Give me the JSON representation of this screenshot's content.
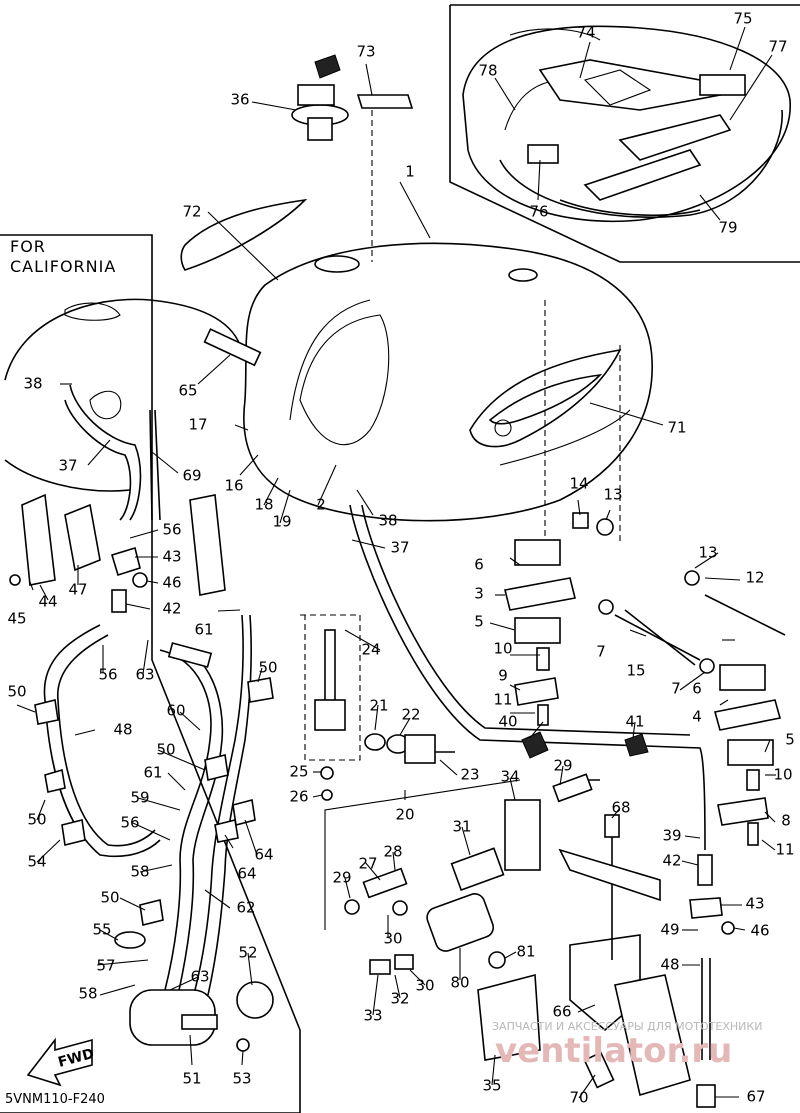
{
  "diagram_code": "5VNM110-F240",
  "inset_california_title": "FOR CALIFORNIA",
  "forward_arrow_label": "FWD",
  "watermark_text": "ЗАПЧАСТИ И АКСЕССУАРЫ ДЛЯ МОТОТЕХНИКИ",
  "watermark_site": "ventilator.ru",
  "colors": {
    "line": "#000000",
    "background": "#ffffff",
    "watermark": "#e5b8b8"
  },
  "callouts": {
    "c1": "1",
    "c2": "2",
    "c3": "3",
    "c4": "4",
    "c5a": "5",
    "c5b": "5",
    "c6a": "6",
    "c6b": "6",
    "c7a": "7",
    "c7b": "7",
    "c8": "8",
    "c9": "9",
    "c10a": "10",
    "c10b": "10",
    "c11a": "11",
    "c11b": "11",
    "c12": "12",
    "c13a": "13",
    "c13b": "13",
    "c14": "14",
    "c15": "15",
    "c16": "16",
    "c17": "17",
    "c18": "18",
    "c19": "19",
    "c20": "20",
    "c21": "21",
    "c22": "22",
    "c23": "23",
    "c24": "24",
    "c25": "25",
    "c26": "26",
    "c27": "27",
    "c28": "28",
    "c29a": "29",
    "c29b": "29",
    "c30a": "30",
    "c30b": "30",
    "c31": "31",
    "c32": "32",
    "c33": "33",
    "c34": "34",
    "c35": "35",
    "c36": "36",
    "c37a": "37",
    "c37b": "37",
    "c38a": "38",
    "c38b": "38",
    "c39": "39",
    "c40": "40",
    "c41": "41",
    "c42a": "42",
    "c42b": "42",
    "c43a": "43",
    "c43b": "43",
    "c44": "44",
    "c45": "45",
    "c46a": "46",
    "c46b": "46",
    "c47": "47",
    "c48a": "48",
    "c48b": "48",
    "c49": "49",
    "c50a": "50",
    "c50b": "50",
    "c50c": "50",
    "c50d": "50",
    "c50e": "50",
    "c51": "51",
    "c52": "52",
    "c53": "53",
    "c54": "54",
    "c55": "55",
    "c56a": "56",
    "c56b": "56",
    "c56c": "56",
    "c57": "57",
    "c58a": "58",
    "c58b": "58",
    "c59": "59",
    "c60": "60",
    "c61a": "61",
    "c61b": "61",
    "c62": "62",
    "c63a": "63",
    "c63b": "63",
    "c64a": "64",
    "c64b": "64",
    "c65": "65",
    "c66": "66",
    "c67": "67",
    "c68": "68",
    "c69": "69",
    "c70": "70",
    "c71": "71",
    "c72": "72",
    "c73": "73",
    "c74": "74",
    "c75": "75",
    "c76": "76",
    "c77": "77",
    "c78": "78",
    "c79": "79",
    "c80": "80",
    "c81": "81"
  }
}
